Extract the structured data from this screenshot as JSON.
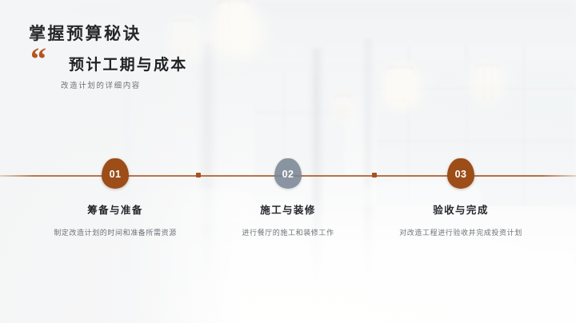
{
  "slide": {
    "title": "掌握预算秘诀",
    "quote_glyph": "“",
    "subtitle": "预计工期与成本",
    "kicker": "改造计划的详细内容"
  },
  "colors": {
    "accent_rust": "#9c4d18",
    "line_rust": "#a9521d",
    "marker_slate": "#7b8796",
    "title_dark": "#24262a",
    "body_gray": "#6e7377"
  },
  "timeline": {
    "steps": [
      {
        "number": "01",
        "heading": "筹备与准备",
        "description": "制定改造计划的时间和准备所需资源",
        "marker_style": "rust"
      },
      {
        "number": "02",
        "heading": "施工与装修",
        "description": "进行餐厅的施工和装修工作",
        "marker_style": "slate"
      },
      {
        "number": "03",
        "heading": "验收与完成",
        "description": "对改造工程进行验收并完成投资计划",
        "marker_style": "rust"
      }
    ]
  }
}
